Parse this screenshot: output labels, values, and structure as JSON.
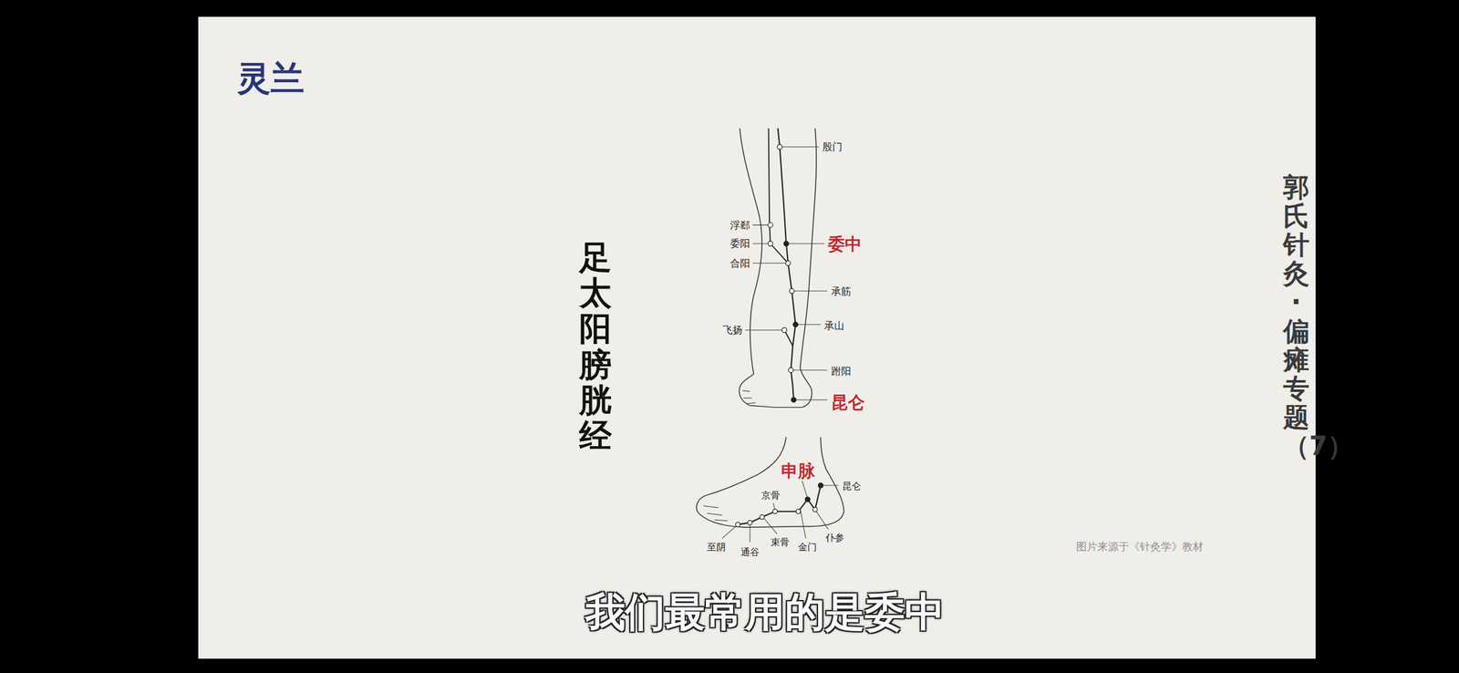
{
  "diagram": {
    "title": "足太阳膀胱经",
    "labels": [
      "灵兰",
      "郭氏针灸·偏瘫专题（7）",
      "殷门",
      "浮郄",
      "委阳",
      "委中",
      "合阳",
      "承筋",
      "飞扬",
      "承山",
      "跗阳",
      "昆仑",
      "申脉",
      "京骨",
      "昆仑",
      "仆参",
      "金门",
      "束骨",
      "至阴",
      "通谷",
      "图片来源于《针灸学》教材",
      "我们最常用的是委中"
    ]
  }
}
